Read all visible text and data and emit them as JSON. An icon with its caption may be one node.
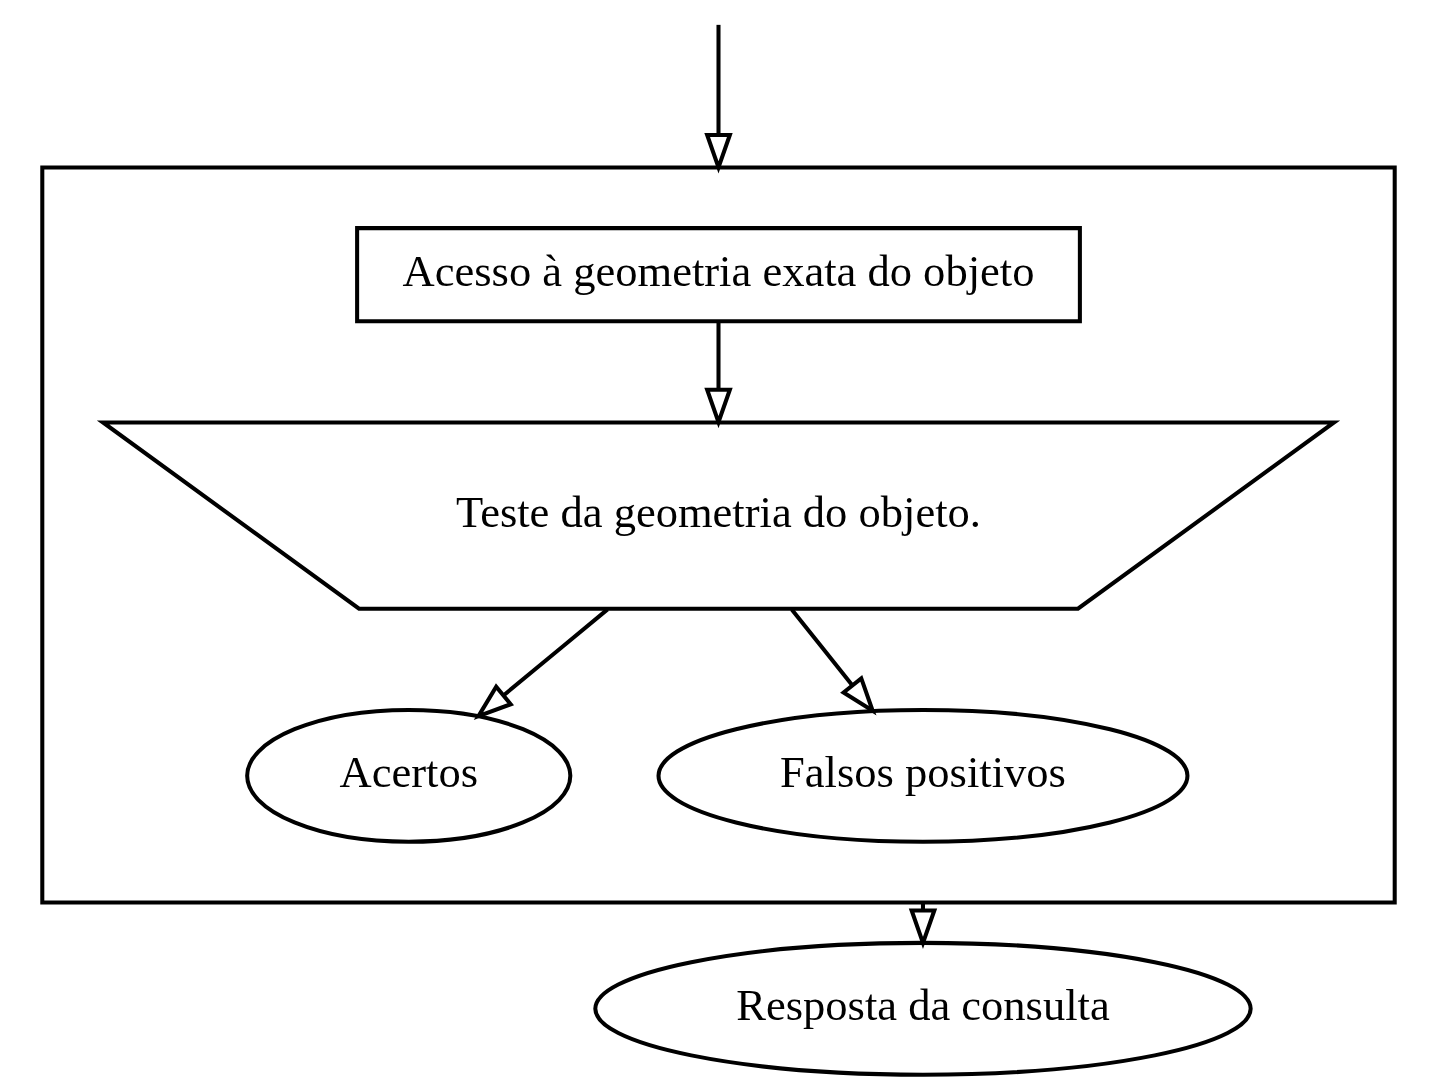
{
  "diagram": {
    "nodes": [
      {
        "text": [],
        "shape": "box"
      },
      {
        "text": [
          "Acesso à geometria exata do objeto"
        ],
        "in": 0
      },
      {
        "text": [
          "Teste da geometria do objeto."
        ],
        "in": 0
      },
      {
        "text": [
          "Acertos"
        ],
        "in": 0
      },
      {
        "text": [
          "Falsos positivos"
        ],
        "in": 0
      },
      {
        "text": [
          "Resposta da consulta"
        ]
      }
    ],
    "edges": [
      {
        "from": null,
        "to": 0,
        "arrow": "to"
      },
      {
        "from": 1,
        "to": 2,
        "arrow": "to"
      },
      {
        "from": 2,
        "to": 3,
        "arrow": "to"
      },
      {
        "from": 2,
        "to": 4,
        "arrow": "to"
      },
      {
        "from": 0,
        "to": 5,
        "arrow": "to"
      }
    ]
  }
}
